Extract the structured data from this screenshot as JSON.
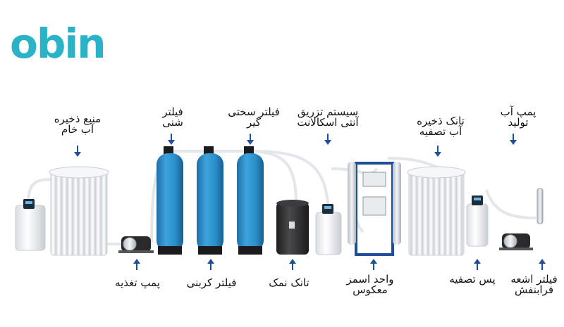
{
  "brand": {
    "logo_text": "obin",
    "color": "#2ab3c6"
  },
  "colors": {
    "tank_blue": "#2a8fc9",
    "arrow_blue": "#1f4f9a",
    "black_tank": "#2b2b2d",
    "white_tank": "#f4f6f8"
  },
  "labels_top": [
    {
      "id": "raw-water-tank",
      "line1": "منبع ذخیره",
      "line2": "آب خام"
    },
    {
      "id": "sand-filter",
      "line1": "فیلتر",
      "line2": "شنی"
    },
    {
      "id": "softener-filter",
      "line1": "فیلتر سختی",
      "line2": "گیر"
    },
    {
      "id": "antiscalant-system",
      "line1": "سیستم تزریق",
      "line2": "آنتی اسکالانت"
    },
    {
      "id": "purified-water-tank",
      "line1": "تانک ذخیره",
      "line2": "آب تصفیه"
    },
    {
      "id": "production-pump",
      "line1": "پمپ آب",
      "line2": "تولید"
    }
  ],
  "labels_bottom": [
    {
      "id": "feed-pump",
      "line1": "پمپ تغذیه",
      "line2": ""
    },
    {
      "id": "carbon-filter",
      "line1": "فیلتر کربنی",
      "line2": ""
    },
    {
      "id": "salt-tank",
      "line1": "تانک نمک",
      "line2": ""
    },
    {
      "id": "ro-unit",
      "line1": "واحد اسمز",
      "line2": "معکوس"
    },
    {
      "id": "post-treatment",
      "line1": "پس تصفیه",
      "line2": ""
    },
    {
      "id": "uv-filter",
      "line1": "فیلتر اشعه",
      "line2": "فرابنفش"
    }
  ]
}
